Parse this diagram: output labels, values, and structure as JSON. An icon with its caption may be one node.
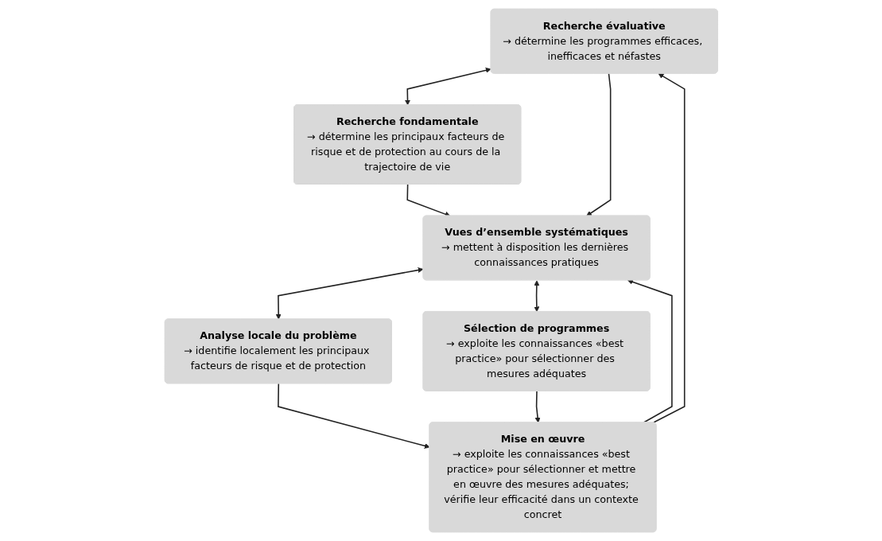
{
  "diagram": {
    "nodes": [
      {
        "text": [
          "Recherche évaluative",
          "→ détermine les programmes efficaces, inefficaces et néfastes"
        ]
      },
      {
        "text": [
          "Recherche fondamentale",
          "→ détermine les principaux facteurs de risque et de protection au cours de la trajectoire de vie"
        ]
      },
      {
        "text": [
          "Vues d’ensemble systématiques",
          "→ mettent à disposition les dernières connaissances pratiques"
        ]
      },
      {
        "text": [
          "Analyse locale du problème",
          "→ identifie localement les principaux facteurs de risque et de protection"
        ]
      },
      {
        "text": [
          "Sélection de programmes",
          "→ exploite les connaissances «best practice» pour sélectionner des mesures adéquates"
        ]
      },
      {
        "text": [
          "Mise en œuvre",
          "→ exploite les connaissances «best practice» pour sélectionner et mettre en œuvre des mesures adéquates; vérifie leur efficacité dans un contexte concret"
        ]
      }
    ],
    "edges": [
      {
        "from": 0,
        "to": 1,
        "arrow": "both"
      },
      {
        "from": 0,
        "to": 2,
        "arrow": "to"
      },
      {
        "from": 1,
        "to": 2,
        "arrow": "to"
      },
      {
        "from": 2,
        "to": 3,
        "arrow": "both"
      },
      {
        "from": 2,
        "to": 4,
        "arrow": "both"
      },
      {
        "from": 3,
        "to": 5,
        "arrow": "to"
      },
      {
        "from": 4,
        "to": 5,
        "arrow": "to"
      },
      {
        "from": 5,
        "to": 0,
        "arrow": "to"
      },
      {
        "from": 5,
        "to": 2,
        "arrow": "to"
      }
    ]
  }
}
